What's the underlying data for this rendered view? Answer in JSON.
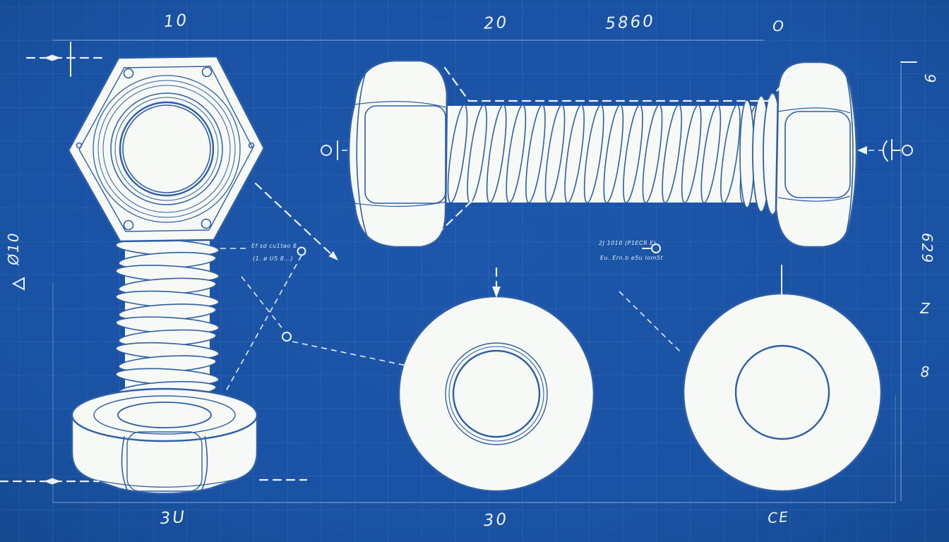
{
  "meta": {
    "drawing_type": "blueprint-technical-drawing",
    "subject": "hex bolt, nut and washers"
  },
  "colors": {
    "background": "#1a52a4",
    "paper_white": "#f7f9f6",
    "ink_line": "#2e5fa6",
    "dimension_text": "#edf3fb",
    "grid_line": "#bcd4ef"
  },
  "dimensions": {
    "top": [
      {
        "label": "10"
      },
      {
        "label": "20"
      },
      {
        "label": "5860"
      },
      {
        "label": "O"
      }
    ],
    "bottom": [
      {
        "label": "3U"
      },
      {
        "label": "30"
      },
      {
        "label": "CE"
      }
    ],
    "left": {
      "vertical_label": "Ø10"
    },
    "right": [
      {
        "label": "9"
      },
      {
        "label": "629"
      },
      {
        "label": "Z"
      },
      {
        "label": "8"
      }
    ]
  },
  "annotations": {
    "note_left": {
      "line1": "Ef sd cu1tao ß",
      "line2": "(1. ø U5 8...)"
    },
    "note_right": {
      "line1": "2J 1010 (P1ECR E)",
      "line2": "Eu. Ern.b e5u lom5t"
    }
  },
  "views": {
    "front": {
      "name": "bolt front view with nut"
    },
    "side": {
      "name": "bolt side view"
    },
    "washer_a": {
      "name": "washer front view"
    },
    "washer_b": {
      "name": "washer front view large bore"
    }
  }
}
